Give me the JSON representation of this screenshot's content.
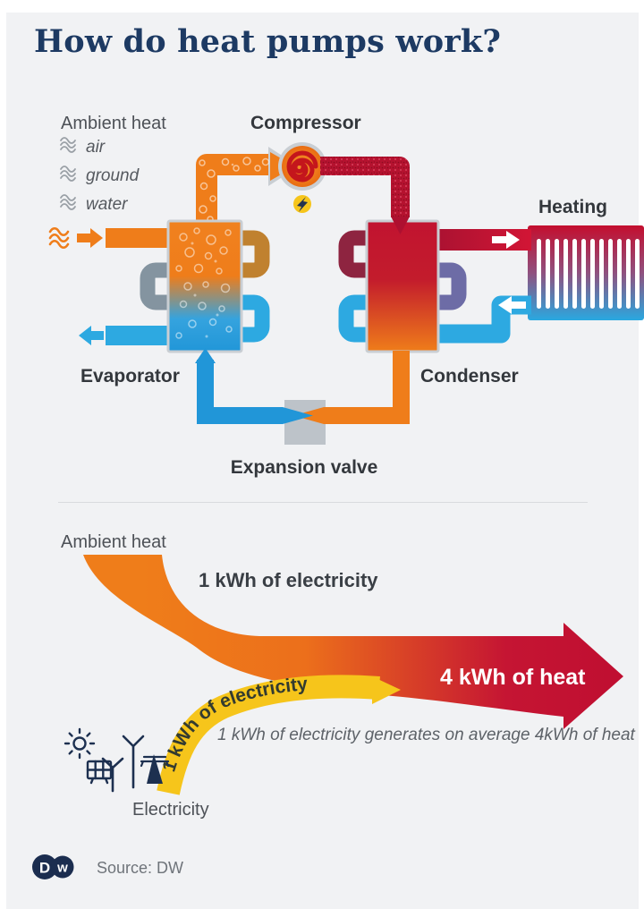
{
  "page": {
    "title": "How do heat pumps work?"
  },
  "colors": {
    "background": "#f1f2f4",
    "orange": "#ef7d1a",
    "red": "#c8102e",
    "blue": "#2da9e1",
    "yellow": "#f6c51b",
    "navy": "#1d3050",
    "gray_coil": "#8494a0",
    "tan_coil": "#c0812f",
    "maroon_coil": "#8e2440",
    "purple_coil": "#6d6ca6"
  },
  "diagram": {
    "ambient_heat_label": "Ambient heat",
    "sources": [
      "air",
      "ground",
      "water"
    ],
    "compressor_label": "Compressor",
    "heating_label": "Heating",
    "evaporator_label": "Evaporator",
    "condenser_label": "Condenser",
    "expansion_valve_label": "Expansion valve"
  },
  "sankey": {
    "ambient_heat_label": "Ambient heat",
    "electricity_top_label": "1 kWh of electricity",
    "heat_label": "4 kWh of heat",
    "electricity_band_label": "1 kWh of electricity",
    "caption": "1 kWh of electricity generates on average 4kWh of heat",
    "electricity_label": "Electricity"
  },
  "footer": {
    "source": "Source: DW",
    "logo_d": "D",
    "logo_w": "w"
  }
}
